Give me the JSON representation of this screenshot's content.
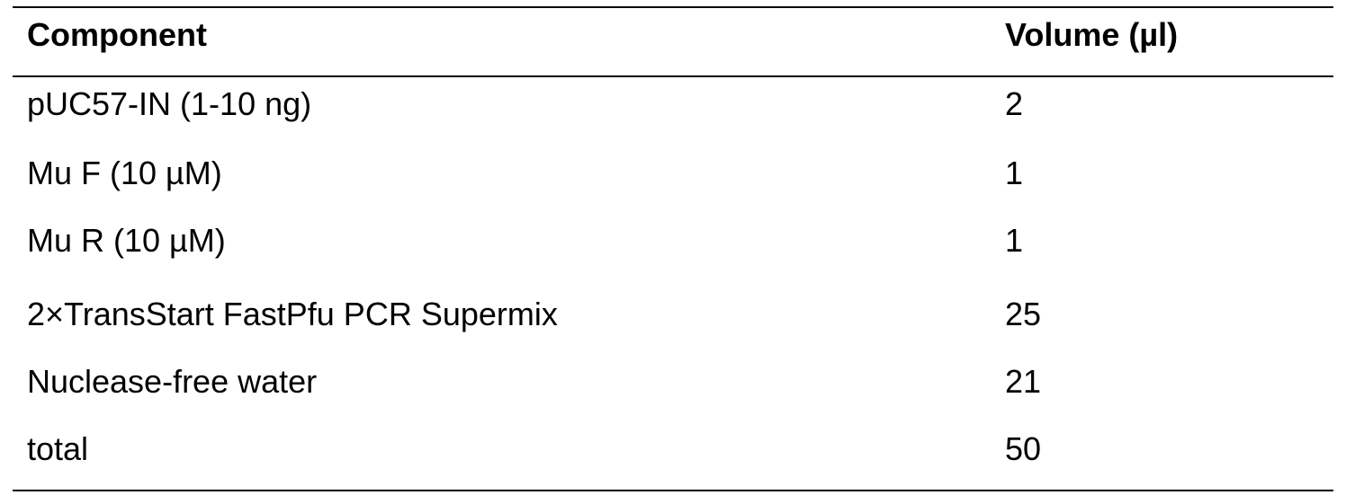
{
  "table": {
    "headers": [
      "Component",
      "Volume (µl)"
    ],
    "rows": [
      [
        "pUC57-IN (1-10 ng)",
        "2"
      ],
      [
        "Mu F (10 µM)",
        "1"
      ],
      [
        "Mu R (10 µM)",
        "1"
      ],
      [
        "2×TransStart FastPfu PCR Supermix",
        "25"
      ],
      [
        "Nuclease-free water",
        "21"
      ],
      [
        "total",
        "50"
      ]
    ]
  }
}
